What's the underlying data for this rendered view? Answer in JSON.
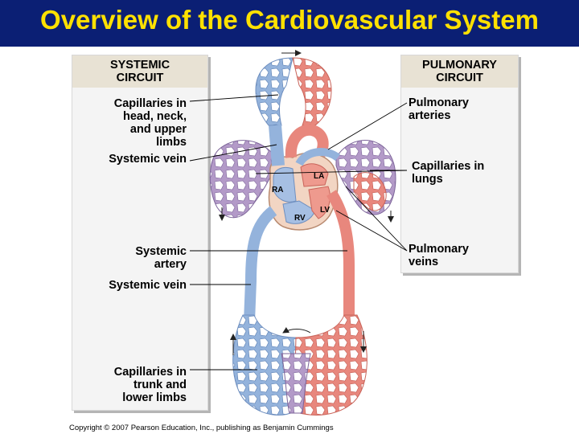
{
  "title": "Overview of the Cardiovascular System",
  "panels": {
    "systemic_header": "SYSTEMIC\nCIRCUIT",
    "pulmonary_header": "PULMONARY\nCIRCUIT"
  },
  "labels": {
    "capillaries_head": "Capillaries in\nhead, neck,\nand upper\nlimbs",
    "systemic_vein_upper": "Systemic vein",
    "systemic_artery": "Systemic\nartery",
    "systemic_vein_lower": "Systemic vein",
    "capillaries_trunk": "Capillaries in\ntrunk and\nlower limbs",
    "pulmonary_arteries": "Pulmonary\narteries",
    "capillaries_lungs": "Capillaries in\nlungs",
    "pulmonary_veins": "Pulmonary\nveins"
  },
  "chambers": {
    "la": "LA",
    "ra": "RA",
    "rv": "RV",
    "lv": "LV"
  },
  "copyright": "Copyright © 2007 Pearson Education, Inc., publishing as Benjamin Cummings",
  "colors": {
    "title_bg": "#0b1f74",
    "title_text": "#ffe100",
    "oxygenated": "#e8877d",
    "deoxygenated": "#94b3dc",
    "mixed": "#b39ac8"
  }
}
